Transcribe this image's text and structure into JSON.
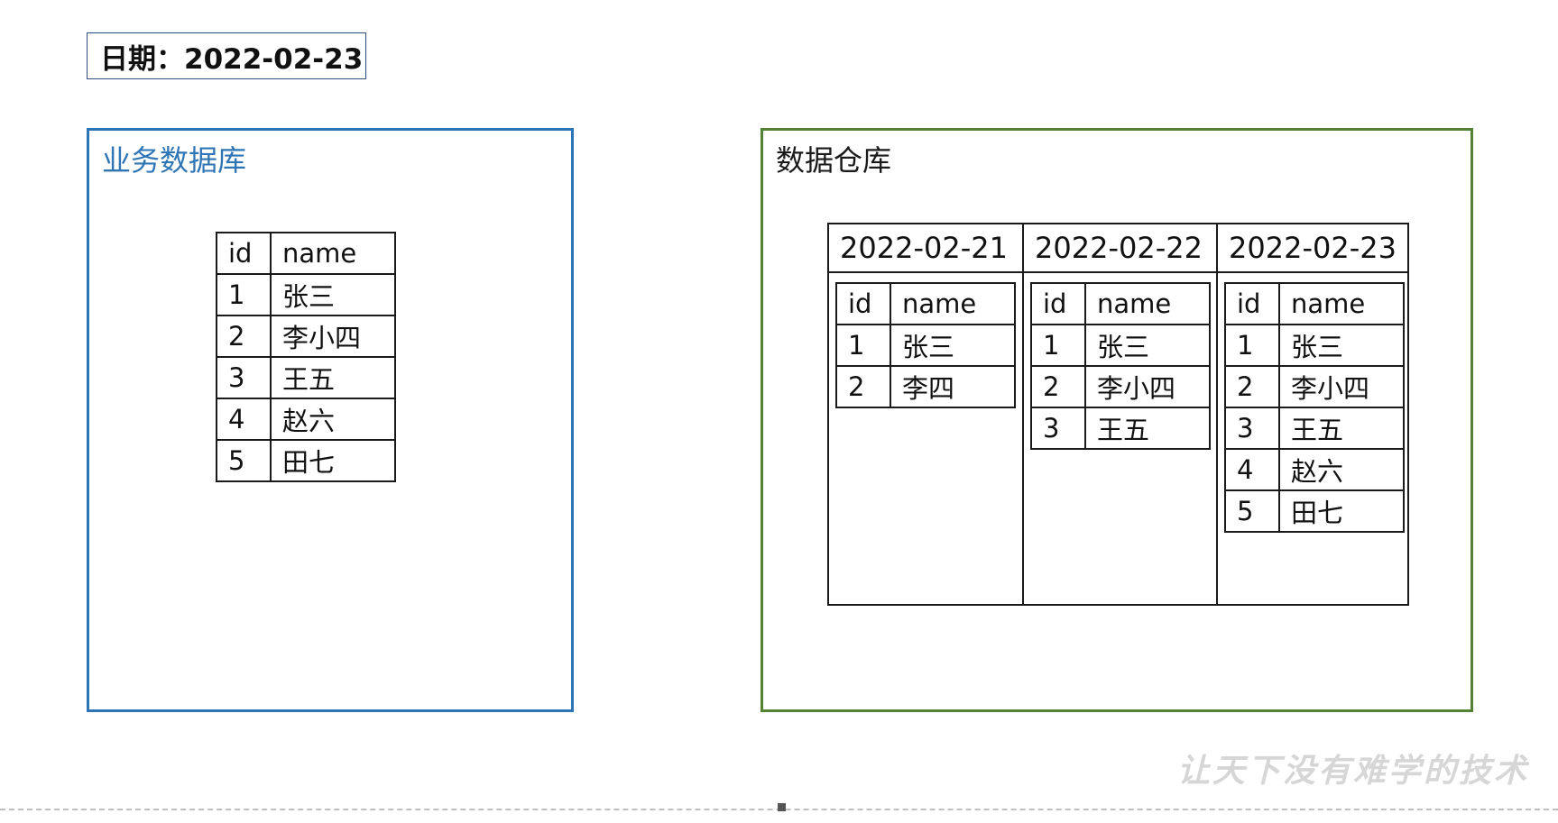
{
  "date_label": "日期：2022-02-23",
  "business_db": {
    "title": "业务数据库",
    "columns": [
      "id",
      "name"
    ],
    "rows": [
      [
        "1",
        "张三"
      ],
      [
        "2",
        "李小四"
      ],
      [
        "3",
        "王五"
      ],
      [
        "4",
        "赵六"
      ],
      [
        "5",
        "田七"
      ]
    ]
  },
  "warehouse": {
    "title": "数据仓库",
    "partitions": [
      {
        "date": "2022-02-21",
        "columns": [
          "id",
          "name"
        ],
        "rows": [
          [
            "1",
            "张三"
          ],
          [
            "2",
            "李四"
          ]
        ]
      },
      {
        "date": "2022-02-22",
        "columns": [
          "id",
          "name"
        ],
        "rows": [
          [
            "1",
            "张三"
          ],
          [
            "2",
            "李小四"
          ],
          [
            "3",
            "王五"
          ]
        ]
      },
      {
        "date": "2022-02-23",
        "columns": [
          "id",
          "name"
        ],
        "rows": [
          [
            "1",
            "张三"
          ],
          [
            "2",
            "李小四"
          ],
          [
            "3",
            "王五"
          ],
          [
            "4",
            "赵六"
          ],
          [
            "5",
            "田七"
          ]
        ]
      }
    ]
  },
  "watermark": "让天下没有难学的技术",
  "colors": {
    "business_border": "#2e75b6",
    "warehouse_border": "#548235",
    "date_border": "#2f4f7f"
  }
}
